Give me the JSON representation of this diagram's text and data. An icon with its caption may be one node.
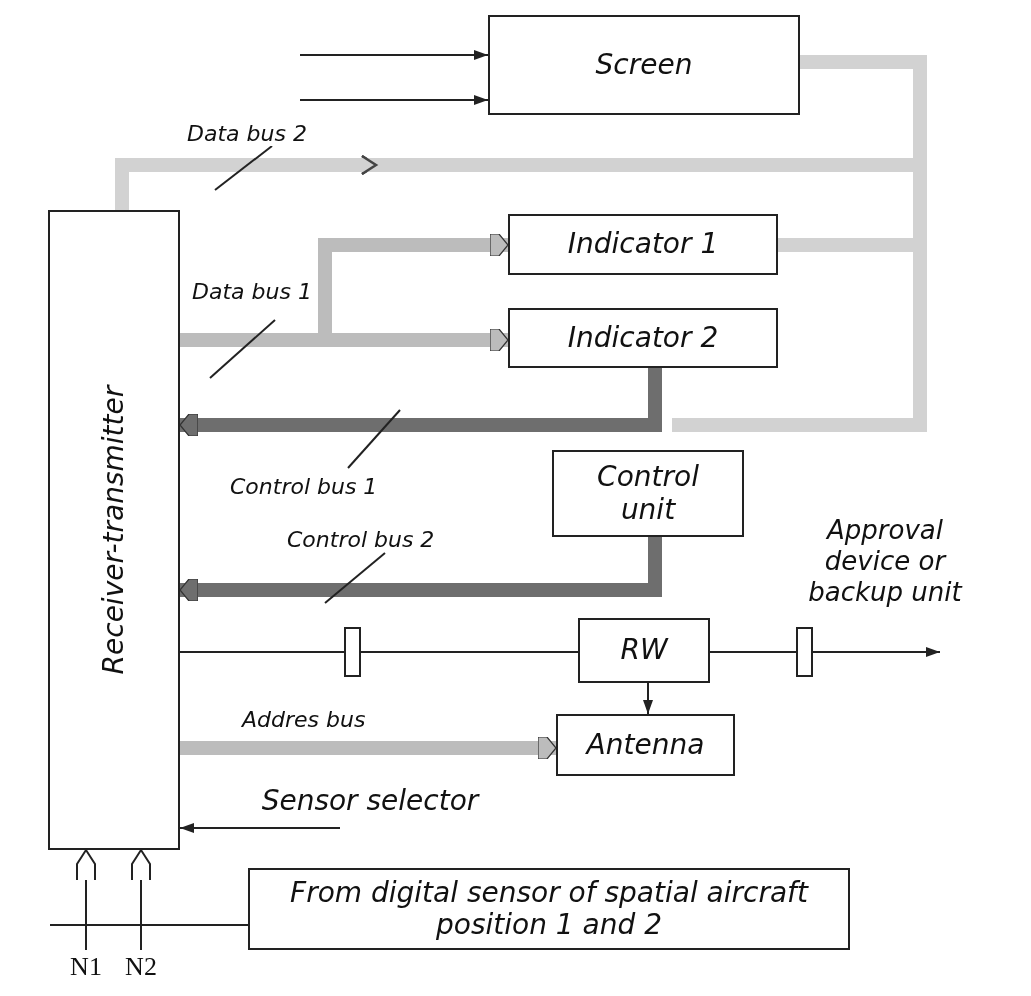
{
  "diagram": {
    "nodes": [
      {
        "text": [
          "Screen"
        ]
      },
      {
        "text": [
          "Receiver-transmitter"
        ]
      },
      {
        "text": [
          "Indicator 1"
        ]
      },
      {
        "text": [
          "Indicator 2"
        ]
      },
      {
        "text": [
          "Control unit"
        ]
      },
      {
        "text": [
          "RW"
        ]
      },
      {
        "text": [
          "Antenna"
        ]
      },
      {
        "text": [
          "Sensor selector"
        ]
      },
      {
        "text": [
          "From digital sensor of spatial aircraft position 1 and 2"
        ]
      },
      {
        "text": [
          "N1"
        ]
      },
      {
        "text": [
          "N2"
        ]
      }
    ],
    "edges": [
      {
        "from": null,
        "to": 0,
        "arrow": "to"
      },
      {
        "from": null,
        "to": 0,
        "arrow": "to"
      },
      {
        "from": 1,
        "to": 0,
        "arrow": "to",
        "label": "Data bus 2",
        "style": "thick",
        "color": "#d2d2d2"
      },
      {
        "from": 1,
        "to": 2,
        "arrow": "to",
        "style": "thick",
        "color": "#d2d2d2"
      },
      {
        "from": 1,
        "to": 2,
        "arrow": "to",
        "label": "Data bus 1",
        "style": "thick",
        "color": "#bcbcbc"
      },
      {
        "from": 1,
        "to": 3,
        "arrow": "to",
        "style": "thick",
        "color": "#bcbcbc"
      },
      {
        "from": 3,
        "to": 1,
        "arrow": "to",
        "label": "Control bus 1",
        "style": "thick",
        "color": "#6e6e6e"
      },
      {
        "from": 4,
        "to": 1,
        "arrow": "to",
        "label": "Control bus 2",
        "style": "thick",
        "color": "#6e6e6e"
      },
      {
        "from": 1,
        "to": 5,
        "arrow": "none"
      },
      {
        "from": 5,
        "to": null,
        "arrow": "to"
      },
      {
        "from": 5,
        "to": 6,
        "arrow": "to"
      },
      {
        "from": 1,
        "to": 6,
        "arrow": "to",
        "label": "Addres bus",
        "style": "thick",
        "color": "#bcbcbc"
      },
      {
        "from": 7,
        "to": 1,
        "arrow": "to"
      },
      {
        "from": 9,
        "to": 1,
        "arrow": "to"
      },
      {
        "from": 10,
        "to": 1,
        "arrow": "to"
      },
      {
        "from": 8,
        "to": null,
        "arrow": "none"
      }
    ],
    "labels": [
      "Approval device or backup unit"
    ]
  }
}
